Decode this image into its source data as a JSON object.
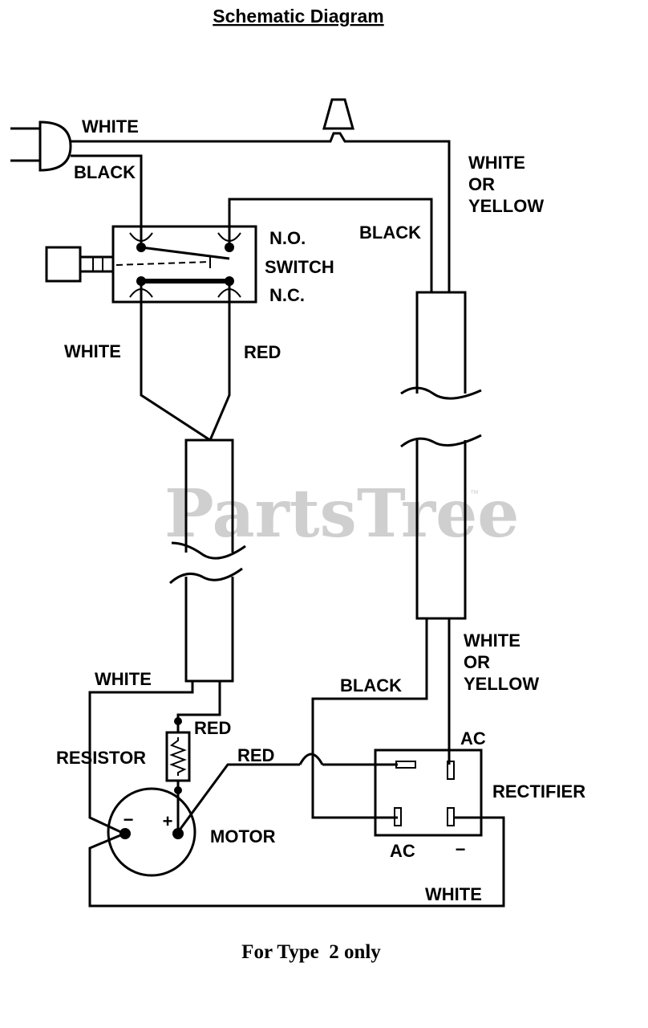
{
  "title": "Schematic Diagram",
  "watermark": {
    "text": "PartsTree",
    "trademark": "™"
  },
  "footer": "For Type  2 only",
  "labels": {
    "white_plug": "WHITE",
    "black_plug": "BLACK",
    "white_or_yellow_top_1": "WHITE",
    "white_or_yellow_top_2": "OR",
    "white_or_yellow_top_3": "YELLOW",
    "black_upper": "BLACK",
    "switch_no": "N.O.",
    "switch": "SWITCH",
    "switch_nc": "N.C.",
    "white_switch": "WHITE",
    "red_switch": "RED",
    "white_or_yellow_low_1": "WHITE",
    "white_or_yellow_low_2": "OR",
    "white_or_yellow_low_3": "YELLOW",
    "white_motor": "WHITE",
    "black_lower": "BLACK",
    "red_resistor": "RED",
    "resistor": "RESISTOR",
    "red_motor": "RED",
    "ac_top": "AC",
    "rectifier": "RECTIFIER",
    "motor_minus": "−",
    "motor_plus": "+",
    "motor": "MOTOR",
    "ac_bottom": "AC",
    "rect_minus": "−",
    "white_bottom": "WHITE"
  }
}
